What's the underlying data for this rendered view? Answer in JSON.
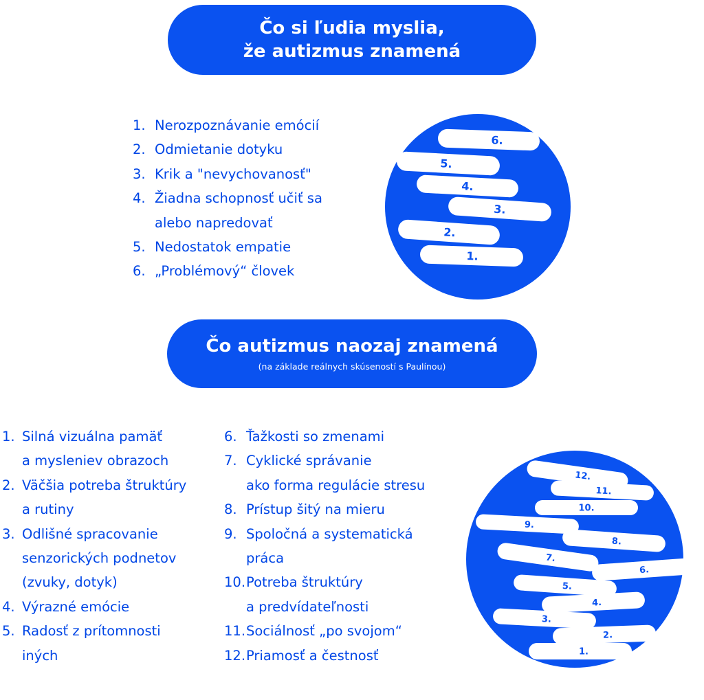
{
  "section1": {
    "title_line1": "Čo si ľudia myslia,",
    "title_line2": "že autizmus znamená",
    "items": [
      {
        "num": "1.",
        "lines": [
          "Nerozpoznávanie emócií"
        ]
      },
      {
        "num": "2.",
        "lines": [
          "Odmietanie dotyku"
        ]
      },
      {
        "num": "3.",
        "lines": [
          "Krik a \"nevychovanosť\""
        ]
      },
      {
        "num": "4.",
        "lines": [
          "Žiadna schopnosť učiť sa",
          "alebo napredovať"
        ]
      },
      {
        "num": "5.",
        "lines": [
          "Nedostatok empatie"
        ]
      },
      {
        "num": "6.",
        "lines": [
          "„Problémový“ človek"
        ]
      }
    ],
    "stack_labels": [
      "6.",
      "5.",
      "4.",
      "3.",
      "2.",
      "1."
    ]
  },
  "section2": {
    "title": "Čo autizmus naozaj znamená",
    "subtitle": "(na základe reálnych skúseností s Paulínou)",
    "items_left": [
      {
        "num": "1.",
        "lines": [
          "Silná vizuálna pamäť",
          "a mysleniev obrazoch"
        ]
      },
      {
        "num": "2.",
        "lines": [
          "Väčšia potreba štruktúry",
          "a rutiny"
        ]
      },
      {
        "num": "3.",
        "lines": [
          "Odlišné spracovanie",
          "senzorických podnetov",
          "(zvuky, dotyk)"
        ]
      },
      {
        "num": "4.",
        "lines": [
          "Výrazné emócie"
        ]
      },
      {
        "num": "5.",
        "lines": [
          "Radosť z prítomnosti",
          "iných"
        ]
      }
    ],
    "items_right": [
      {
        "num": "6.",
        "lines": [
          "Ťažkosti so zmenami"
        ]
      },
      {
        "num": "7.",
        "lines": [
          "Cyklické správanie",
          "ako forma regulácie stresu"
        ]
      },
      {
        "num": "8.",
        "lines": [
          "Prístup šitý na mieru"
        ]
      },
      {
        "num": "9.",
        "lines": [
          "Spoločná a systematická",
          "práca"
        ]
      },
      {
        "num": "10.",
        "lines": [
          "Potreba štruktúry",
          "a predvídateľnosti"
        ]
      },
      {
        "num": "11.",
        "lines": [
          "Sociálnosť „po svojom“"
        ]
      },
      {
        "num": "12.",
        "lines": [
          "Priamosť a čestnosť"
        ]
      }
    ],
    "stack_labels": [
      "12.",
      "11.",
      "10.",
      "9.",
      "8.",
      "7.",
      "6.",
      "5.",
      "4.",
      "3.",
      "2.",
      "1."
    ]
  },
  "colors": {
    "brand_blue": "#0a52f0",
    "text_blue": "#0046e6",
    "white": "#ffffff"
  }
}
